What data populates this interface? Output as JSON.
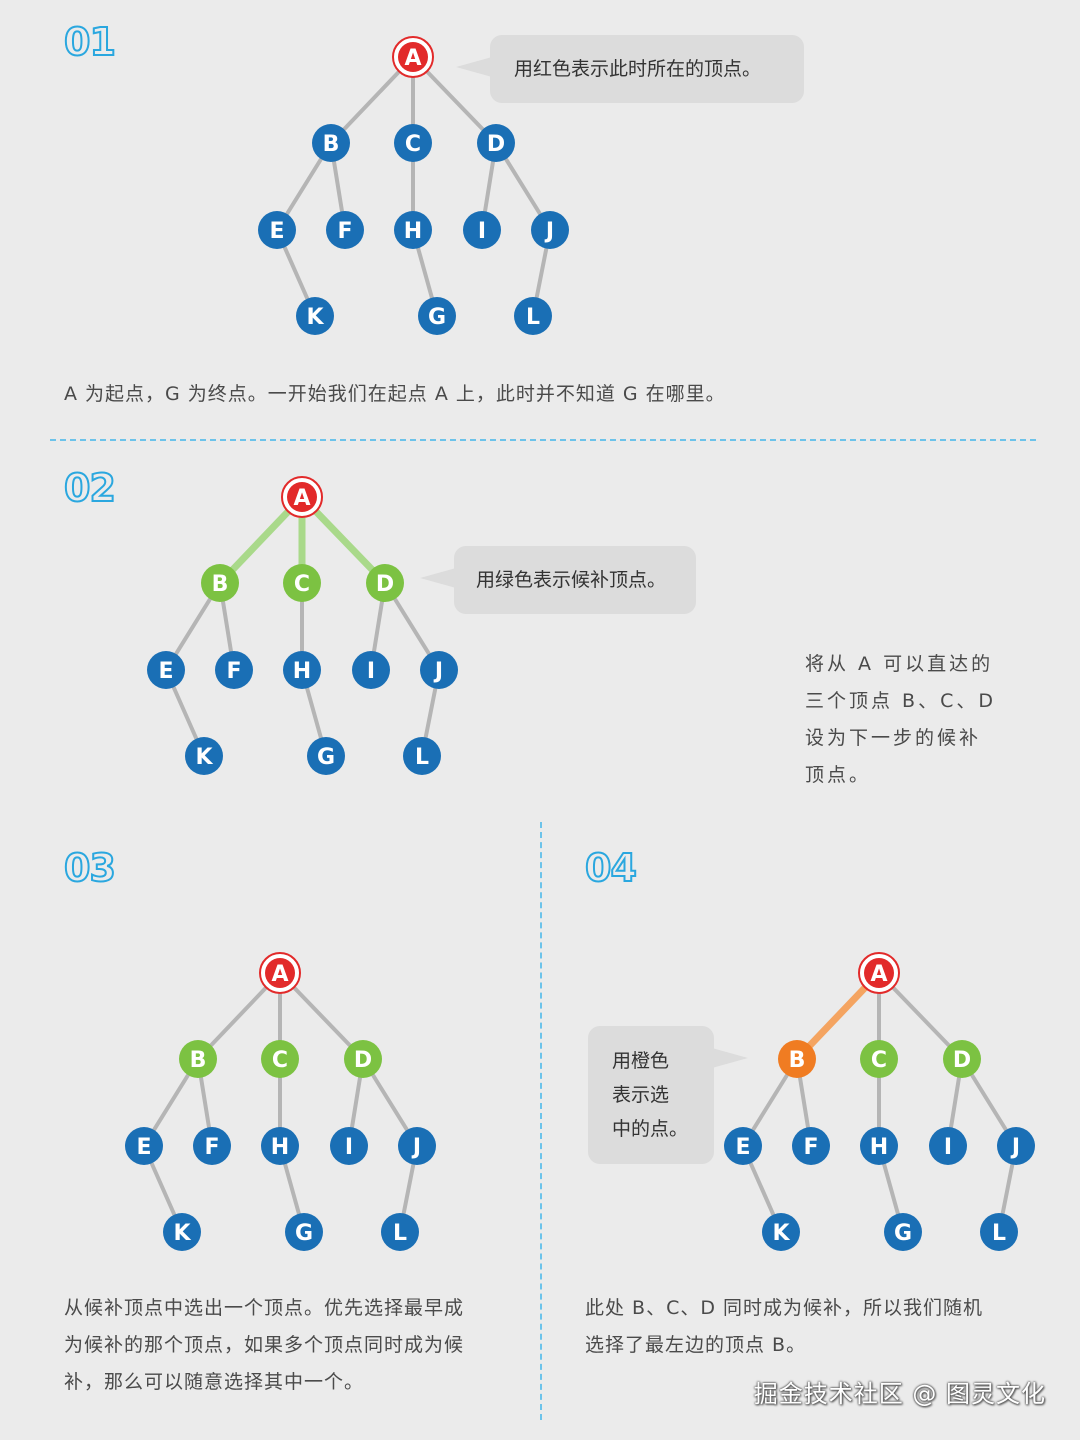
{
  "colors": {
    "node_default": "#1a6fb5",
    "node_start": "#e22a2a",
    "node_candidate": "#7cc242",
    "node_selected": "#f07c22",
    "edge_default": "#b5b5b5",
    "edge_candidate": "#a9d98a",
    "edge_selected": "#f4a461",
    "step_number": "#2aa7df",
    "divider": "#6cc3ea"
  },
  "steps": [
    {
      "number": "01",
      "bubble": "用红色表示此时所在的顶点。",
      "caption": "A 为起点，G 为终点。一开始我们在起点 A 上，此时并不知道 G 在哪里。"
    },
    {
      "number": "02",
      "bubble": "用绿色表示候补顶点。",
      "side_text": [
        "将从 A 可以直达的",
        "三个顶点 B、C、D",
        "设为下一步的候补",
        "顶点。"
      ]
    },
    {
      "number": "03",
      "caption_lines": [
        "从候补顶点中选出一个顶点。优先选择最早成",
        "为候补的那个顶点，如果多个顶点同时成为候",
        "补，那么可以随意选择其中一个。"
      ]
    },
    {
      "number": "04",
      "bubble_lines": [
        "用橙色",
        "表示选",
        "中的点。"
      ],
      "caption_lines": [
        "此处 B、C、D 同时成为候补，所以我们随机",
        "选择了最左边的顶点 B。"
      ]
    }
  ],
  "graph": {
    "nodes": [
      "A",
      "B",
      "C",
      "D",
      "E",
      "F",
      "H",
      "I",
      "J",
      "K",
      "G",
      "L"
    ],
    "edges": [
      [
        "A",
        "B"
      ],
      [
        "A",
        "C"
      ],
      [
        "A",
        "D"
      ],
      [
        "B",
        "E"
      ],
      [
        "B",
        "F"
      ],
      [
        "C",
        "H"
      ],
      [
        "D",
        "I"
      ],
      [
        "D",
        "J"
      ],
      [
        "E",
        "K"
      ],
      [
        "H",
        "G"
      ],
      [
        "J",
        "L"
      ]
    ],
    "states": [
      {
        "start": "A",
        "candidates": [],
        "selected": null
      },
      {
        "start": "A",
        "candidates": [
          "B",
          "C",
          "D"
        ],
        "selected": null
      },
      {
        "start": "A",
        "candidates": [
          "B",
          "C",
          "D"
        ],
        "selected": null
      },
      {
        "start": "A",
        "candidates": [
          "C",
          "D"
        ],
        "selected": "B"
      }
    ]
  },
  "watermark": "掘金技术社区 @ 图灵文化"
}
